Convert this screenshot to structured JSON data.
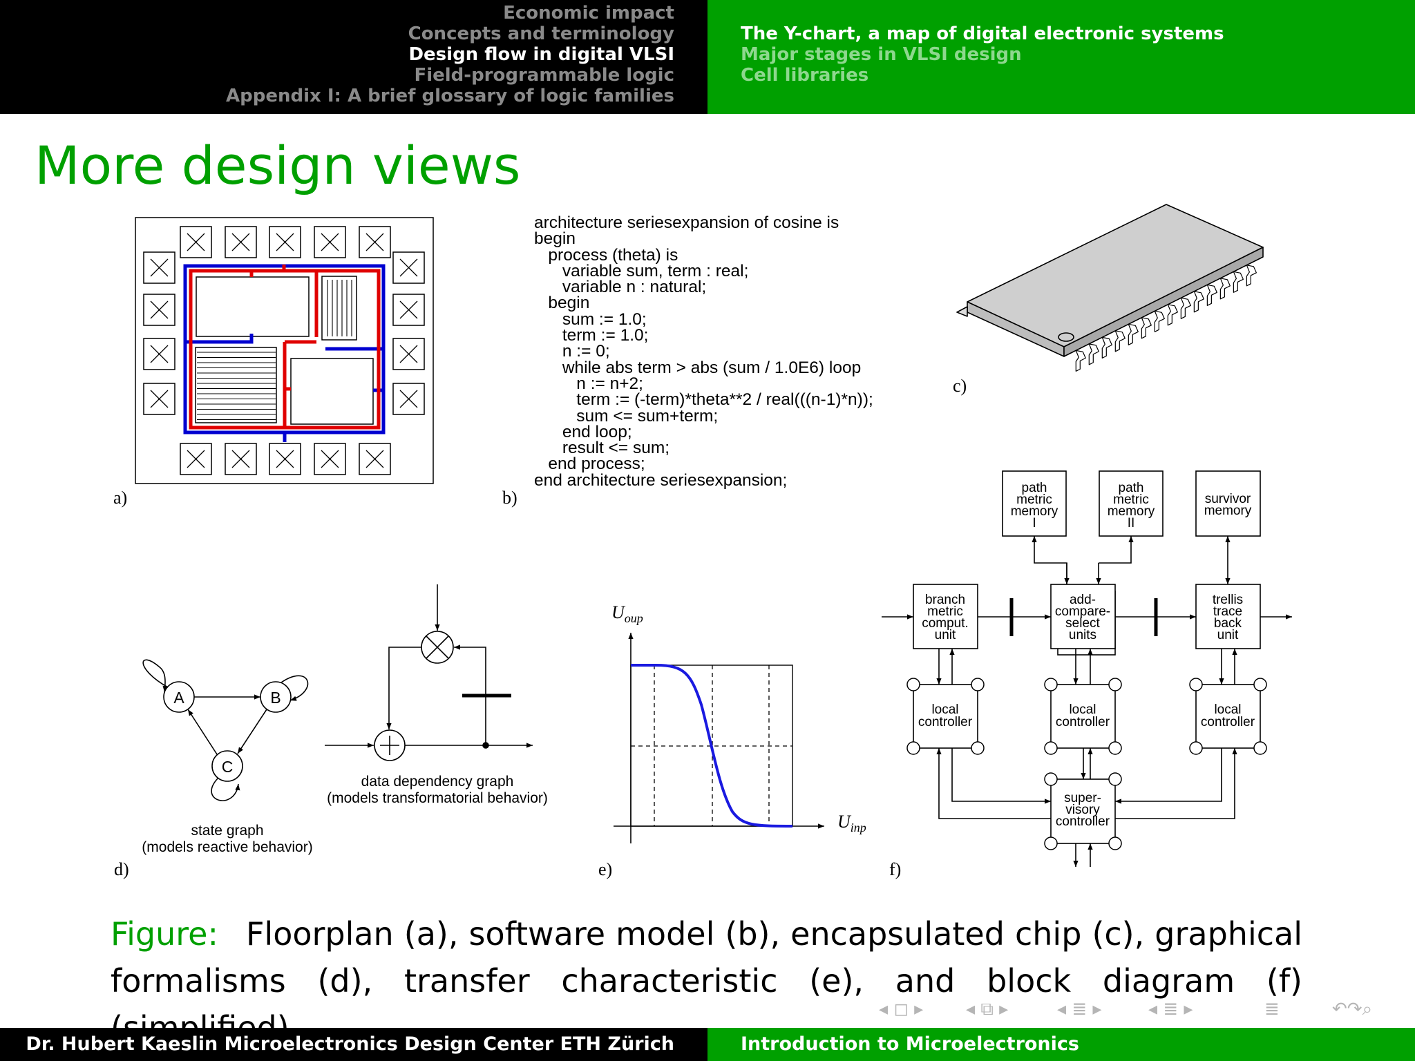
{
  "header": {
    "sections": [
      {
        "label": "Economic impact",
        "current": false
      },
      {
        "label": "Concepts and terminology",
        "current": false
      },
      {
        "label": "Design flow in digital VLSI",
        "current": true
      },
      {
        "label": "Field-programmable logic",
        "current": false
      },
      {
        "label": "Appendix I: A brief glossary of logic families",
        "current": false
      }
    ],
    "subsections": [
      {
        "label": "The Y-chart, a map of digital electronic systems",
        "current": true
      },
      {
        "label": "Major stages in VLSI design",
        "current": false
      },
      {
        "label": "Cell libraries",
        "current": false
      }
    ]
  },
  "slide_title": "More design views",
  "panels": {
    "a": {
      "label": "a)"
    },
    "b": {
      "label": "b)",
      "code": [
        "architecture seriesexpansion of cosine is",
        "begin",
        "   process (theta) is",
        "      variable sum, term : real;",
        "      variable n : natural;",
        "   begin",
        "      sum := 1.0;",
        "      term := 1.0;",
        "      n := 0;",
        "      while abs term > abs (sum / 1.0E6) loop",
        "         n := n+2;",
        "         term := (-term)*theta**2 / real(((n-1)*n));",
        "         sum <= sum+term;",
        "      end loop;",
        "      result <= sum;",
        "   end process;",
        "end architecture seriesexpansion;"
      ]
    },
    "c": {
      "label": "c)"
    },
    "d": {
      "label": "d)",
      "states": [
        "A",
        "B",
        "C"
      ],
      "state_caption_1": "state graph",
      "state_caption_2": "(models reactive behavior)",
      "dd_caption_1": "data dependency graph",
      "dd_caption_2": "(models transformatorial behavior)"
    },
    "e": {
      "label": "e)",
      "y_axis": "U",
      "y_sub": "oup",
      "x_axis": "U",
      "x_sub": "inp"
    },
    "f": {
      "label": "f)",
      "pm1": [
        "path",
        "metric",
        "memory",
        "I"
      ],
      "pm2": [
        "path",
        "metric",
        "memory",
        "II"
      ],
      "survivor": [
        "survivor",
        "memory"
      ],
      "branch": [
        "branch",
        "metric",
        "comput.",
        "unit"
      ],
      "acs": [
        "add-",
        "compare-",
        "select",
        "units"
      ],
      "trellis": [
        "trellis",
        "trace",
        "back",
        "unit"
      ],
      "local": [
        "local",
        "controller"
      ],
      "super": [
        "super-",
        "visory",
        "controller"
      ]
    }
  },
  "caption": {
    "label": "Figure:",
    "text": "Floorplan (a), software model (b), encapsulated chip (c), graphical formalisms (d), transfer characteristic (e), and block diagram (f) (simplified)."
  },
  "footer": {
    "left": "Dr. Hubert Kaeslin Microelectronics Design Center ETH Zürich",
    "right": "Introduction to Microelectronics"
  },
  "colors": {
    "accent": "#00a000",
    "route_red": "#e00000",
    "route_blue": "#0000d0",
    "curve_blue": "#1a1ae0"
  }
}
